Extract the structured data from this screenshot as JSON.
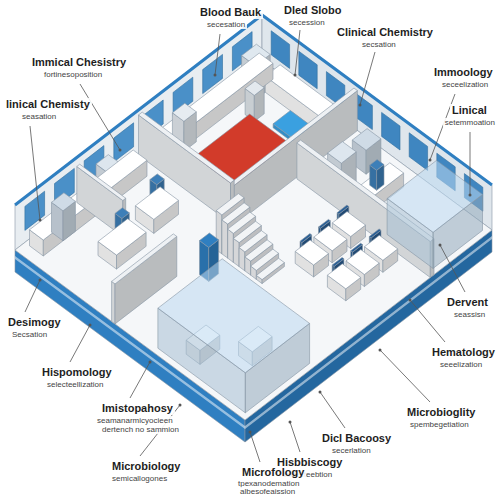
{
  "diagram": {
    "labels": [
      "Blood Bauk",
      "secesation",
      "Dled Slobo",
      "secession",
      "Clinical Chemistry",
      "secsation",
      "Immical Chesistry",
      "fortinesoposition",
      "Immoology",
      "seceelization",
      "Linical",
      "setemmoation",
      "linical Chemisty",
      "seasation",
      "Dervent",
      "seassisn",
      "Hematology",
      "seeelization",
      "Desimogy",
      "Secsation",
      "Hispomology",
      "selecteellization",
      "Imistopahosy",
      "seamanarmicyocieen",
      "dertench no sammion",
      "Microbioglity",
      "spembegetiation",
      "Dicl Bacoosy",
      "secerlation",
      "Hisbbiscogy",
      "dedecteebtion",
      "Microbiology",
      "semicallogones",
      "Microfology",
      "tpexanodemation",
      "albesofeaission"
    ]
  }
}
